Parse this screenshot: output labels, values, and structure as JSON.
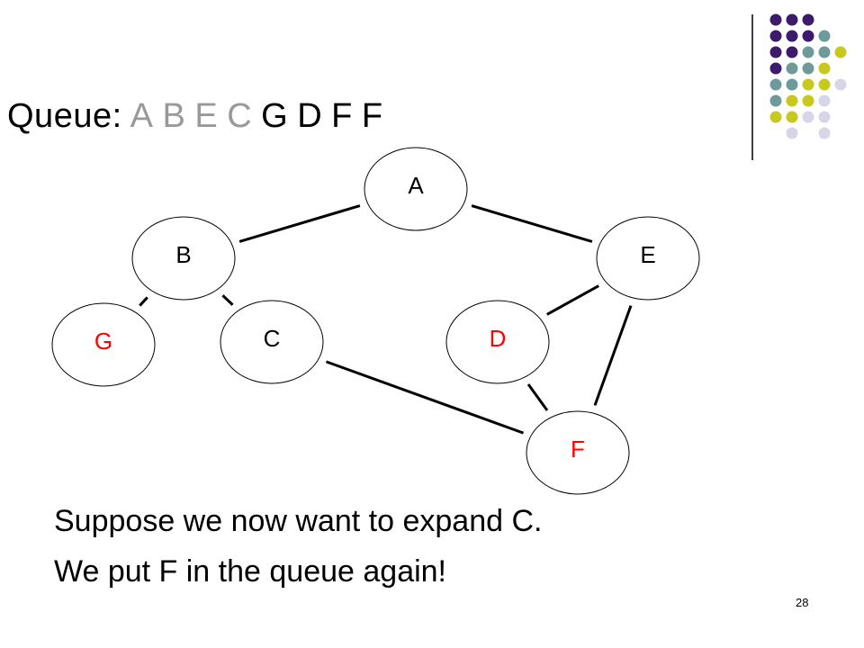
{
  "queue": {
    "label": "Queue:",
    "items": [
      {
        "text": "A",
        "dimmed": true
      },
      {
        "text": "B",
        "dimmed": true
      },
      {
        "text": "E",
        "dimmed": true
      },
      {
        "text": "C",
        "dimmed": true
      },
      {
        "text": "G",
        "dimmed": false
      },
      {
        "text": "D",
        "dimmed": false
      },
      {
        "text": "F",
        "dimmed": false
      },
      {
        "text": "F",
        "dimmed": false
      }
    ]
  },
  "graph": {
    "nodes": [
      {
        "id": "A",
        "label": "A",
        "color": "#000000"
      },
      {
        "id": "B",
        "label": "B",
        "color": "#000000"
      },
      {
        "id": "E",
        "label": "E",
        "color": "#000000"
      },
      {
        "id": "G",
        "label": "G",
        "color": "#ff0000"
      },
      {
        "id": "C",
        "label": "C",
        "color": "#000000"
      },
      {
        "id": "D",
        "label": "D",
        "color": "#ff0000"
      },
      {
        "id": "F",
        "label": "F",
        "color": "#ff0000"
      }
    ],
    "edges": [
      [
        "A",
        "B"
      ],
      [
        "A",
        "E"
      ],
      [
        "B",
        "G"
      ],
      [
        "B",
        "C"
      ],
      [
        "E",
        "D"
      ],
      [
        "E",
        "F"
      ],
      [
        "D",
        "F"
      ],
      [
        "C",
        "F"
      ]
    ]
  },
  "body": {
    "line1": "Suppose we now want to expand C.",
    "line2": "We put F in the queue again!"
  },
  "page_number": "28",
  "colors": {
    "purple": "#3d1a6b",
    "teal": "#6f9a9a",
    "yellow": "#c8c81e",
    "lavender": "#d6d6e8",
    "dim_text": "#999999",
    "highlight": "#ff0000"
  }
}
